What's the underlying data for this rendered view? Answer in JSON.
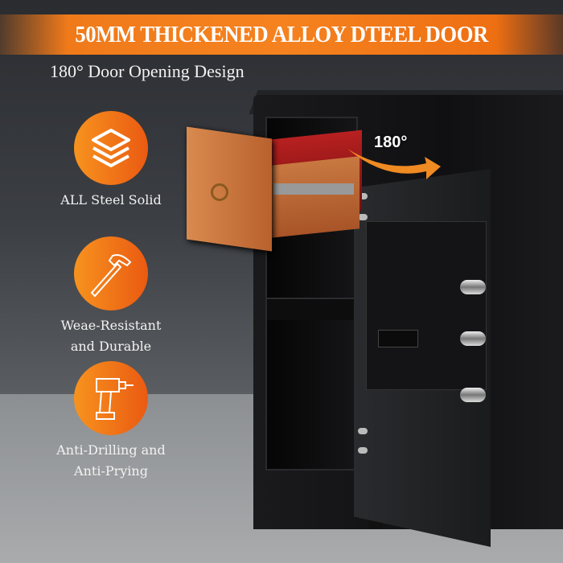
{
  "headline": "50MM THICKENED ALLOY DTEEL DOOR",
  "subtitle": "180° Door Opening Design",
  "features": [
    {
      "icon": "layers-icon",
      "label": "ALL Steel Solid"
    },
    {
      "icon": "hammer-icon",
      "label_line1": "Weae-Resistant",
      "label_line2": "and Durable"
    },
    {
      "icon": "drill-icon",
      "label_line1": "Anti-Drilling and",
      "label_line2": "Anti-Prying"
    }
  ],
  "door_angle_label": "180°",
  "colors": {
    "accent": "#f5821f",
    "accent_dark": "#ea5a12",
    "safe": "#141416"
  }
}
